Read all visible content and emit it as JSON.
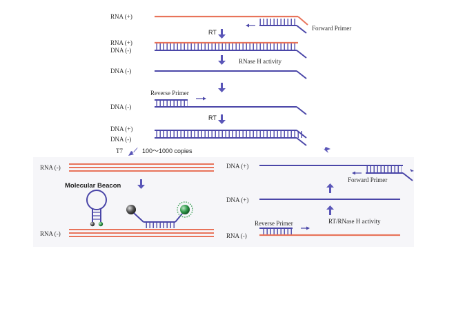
{
  "labels": {
    "rna_plus": "RNA (+)",
    "rna_plus_2": "RNA (+)",
    "dna_minus_1": "DNA (-)",
    "dna_minus_2": "DNA (-)",
    "dna_minus_3": "DNA (-)",
    "dna_plus_1": "DNA (+)",
    "dna_minus_4": "DNA (-)",
    "rna_minus_top": "RNA (-)",
    "rna_minus_bottom": "RNA (-)",
    "dna_plus_right_1": "DNA (+)",
    "dna_plus_right_2": "DNA (+)",
    "rna_minus_right": "RNA (-)"
  },
  "steps": {
    "rt_1": "RT",
    "rnase_h": "RNase H activity",
    "rt_2": "RT",
    "t7": "T7",
    "copies": "100～1000 copies",
    "rt_rnase_h": "RT/RNase H activity"
  },
  "primers": {
    "forward_top": "Forward Primer",
    "reverse_top": "Reverse Primer",
    "forward_right": "Forward Primer",
    "reverse_right": "Reverse Primer"
  },
  "probe": {
    "molecular_beacon": "Molecular Beacon"
  },
  "colors": {
    "rna_strand": "#e8735a",
    "dna_strand": "#4a46a8",
    "arrow": "#5a56b8",
    "fluor_green": "#2f9a4a",
    "quencher_gray": "#555555"
  }
}
